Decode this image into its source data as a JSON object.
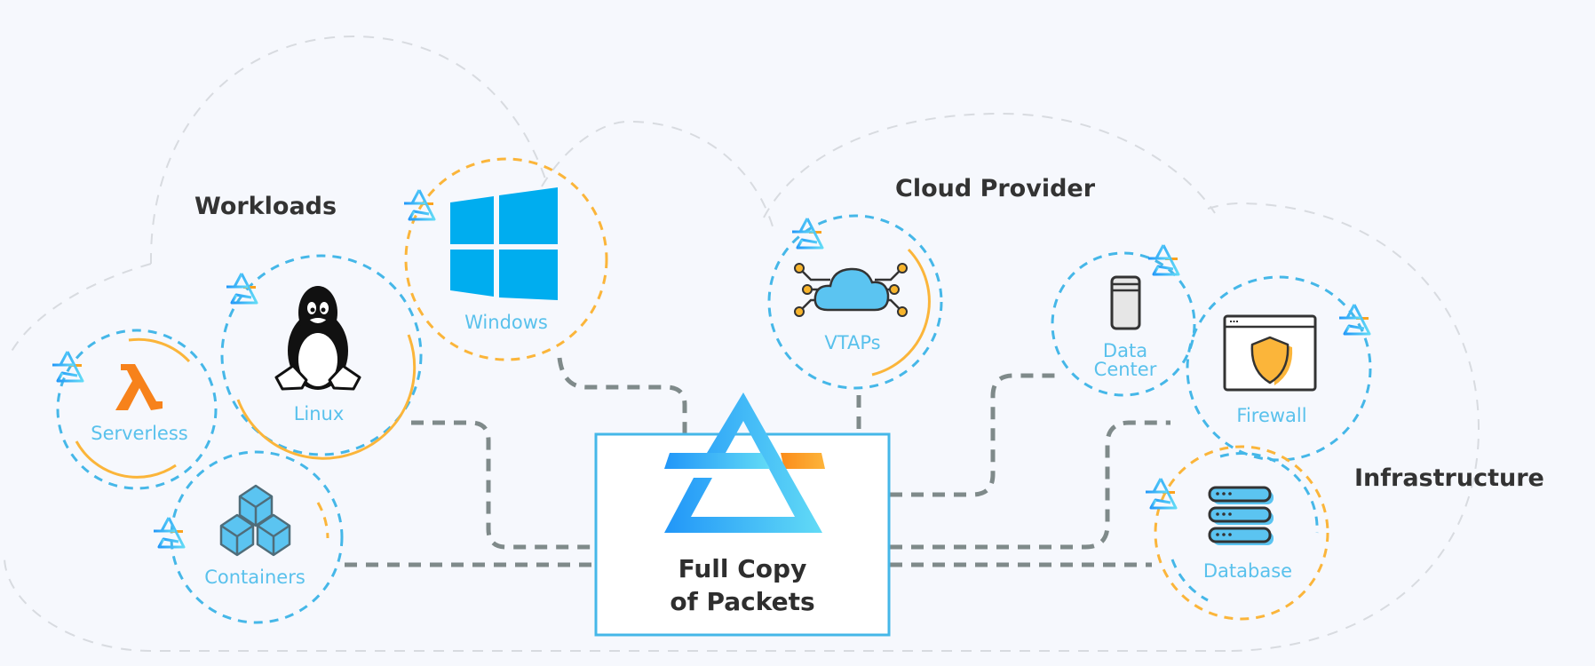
{
  "diagram": {
    "groups": {
      "workloads": "Workloads",
      "cloud_provider": "Cloud Provider",
      "infrastructure": "Infrastructure"
    },
    "center_box": {
      "line1": "Full Copy",
      "line2": "of Packets",
      "icon": "logo-triangle-icon"
    },
    "nodes": [
      {
        "id": "serverless",
        "label": "Serverless",
        "icon": "lambda-icon",
        "group": "Workloads"
      },
      {
        "id": "linux",
        "label": "Linux",
        "icon": "tux-penguin-icon",
        "group": "Workloads"
      },
      {
        "id": "windows",
        "label": "Windows",
        "icon": "windows-logo-icon",
        "group": "Workloads"
      },
      {
        "id": "containers",
        "label": "Containers",
        "icon": "cubes-icon",
        "group": "Workloads"
      },
      {
        "id": "vtaps",
        "label": "VTAPs",
        "icon": "cloud-network-icon",
        "group": "Cloud Provider"
      },
      {
        "id": "data_center",
        "label_line1": "Data",
        "label_line2": "Center",
        "icon": "server-tower-icon",
        "group": "Infrastructure"
      },
      {
        "id": "firewall",
        "label": "Firewall",
        "icon": "shield-window-icon",
        "group": "Infrastructure"
      },
      {
        "id": "database",
        "label": "Database",
        "icon": "database-stack-icon",
        "group": "Infrastructure"
      }
    ],
    "colors": {
      "accent_blue": "#45b7e8",
      "accent_orange": "#fbb53a",
      "label_blue": "#59c1ec",
      "connector_gray": "#7f8a8a",
      "windows_blue": "#00adef",
      "lambda_orange": "#f7821b"
    }
  }
}
